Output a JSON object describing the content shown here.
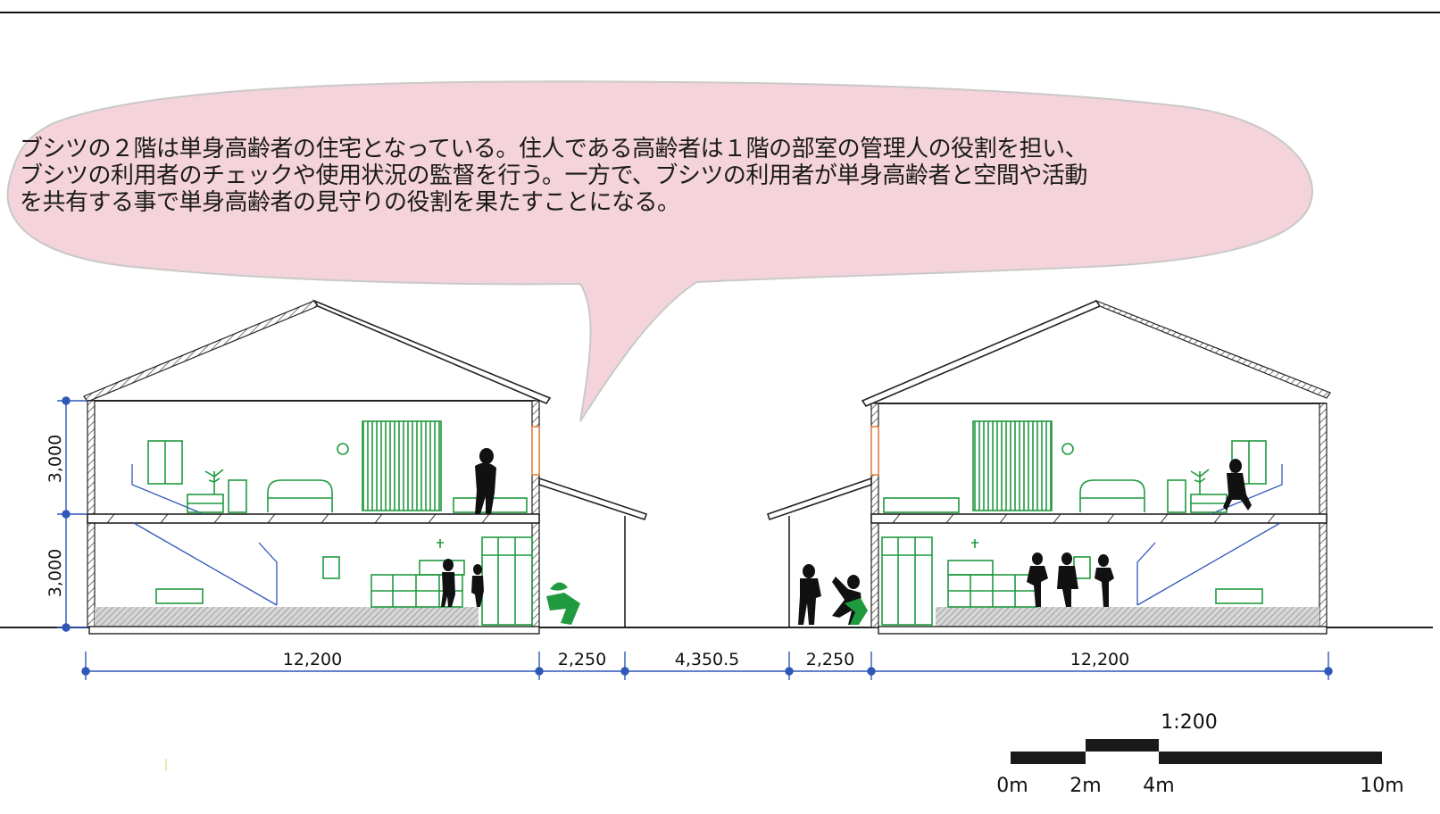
{
  "caption": {
    "lines": [
      "ブシツの２階は単身高齢者の住宅となっている。住人である高齢者は１階の部室の管理人の役割を担い、",
      "ブシツの利用者のチェックや使用状況の監督を行う。一方で、ブシツの利用者が単身高齢者と空間や活動",
      "を共有する事で単身高齢者の見守りの役割を果たすことになる。"
    ]
  },
  "height_dimensions": [
    "3,000",
    "3,000"
  ],
  "width_dimensions": [
    "12,200",
    "2,250",
    "4,350.5",
    "2,250",
    "12,200"
  ],
  "scale": {
    "ratio": "1:200",
    "labels": [
      "0m",
      "2m",
      "4m",
      "10m"
    ]
  },
  "colors": {
    "bubble_fill": "#f4d3da",
    "bubble_stroke": "#c9c9c9",
    "furniture": "#1f9a3e",
    "dimension": "#2e57b8",
    "structure": "#2b2b2b"
  }
}
